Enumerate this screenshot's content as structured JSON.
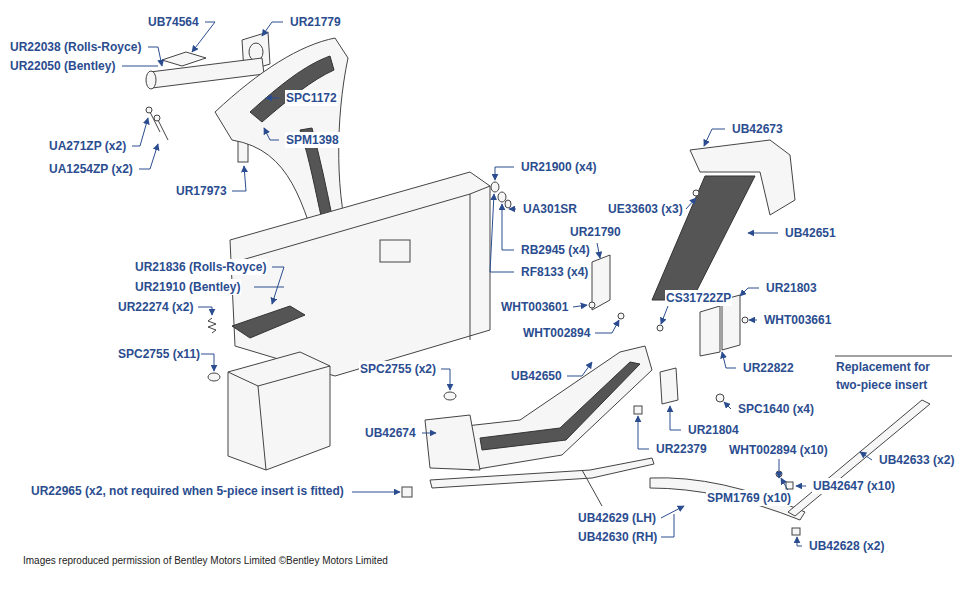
{
  "diagram": {
    "labels": [
      "UB74564",
      "UR21779",
      "UR22038 (Rolls-Royce)",
      "UR22050 (Bentley)",
      "SPC1172",
      "SPM1398",
      "UA271ZP (x2)",
      "UA1254ZP (x2)",
      "UR17973",
      "UB42673",
      "UR21900 (x4)",
      "UA301SR",
      "UE33603 (x3)",
      "UR21790",
      "UB42651",
      "RB2945 (x4)",
      "UR21836 (Rolls-Royce)",
      "RF8133 (x4)",
      "UR21910 (Bentley)",
      "UR21803",
      "CS31722ZP",
      "WHT003601",
      "UR22274 (x2)",
      "WHT003661",
      "WHT002894",
      "SPC2755 (x11)",
      "Replacement for two-piece insert",
      "SPC2755 (x2)",
      "UR22822",
      "UB42650",
      "SPC1640 (x4)",
      "UR21804",
      "UB42674",
      "UR22379",
      "WHT002894 (x10)",
      "UB42633 (x2)",
      "UB42647 (x10)",
      "UR22965 (x2, not required when 5-piece insert is fitted)",
      "SPM1769 (x10)",
      "UB42629 (LH)",
      "UB42630 (RH)",
      "UB42628 (x2)",
      "Images reproduced permission of Bentley Motors Limited ©Bentley Motors Limited"
    ]
  }
}
